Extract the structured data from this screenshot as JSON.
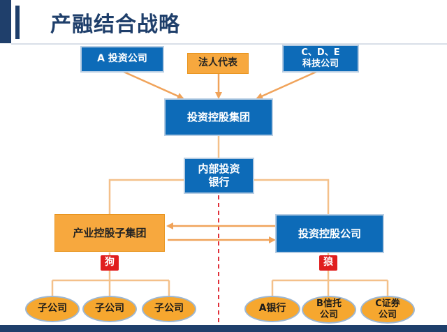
{
  "title": "产融结合战略",
  "nodes": {
    "a_invest": "A 投资公司",
    "legal_rep": "法人代表",
    "cde_tech": "C、D、E\n科技公司",
    "group": "投资控股集团",
    "bank": "内部投资\n银行",
    "industry_group": "产业控股子集团",
    "invest_company": "投资控股公司",
    "dog": "狗",
    "wolf": "狼",
    "subsidiaries": [
      "子公司",
      "子公司",
      "子公司"
    ],
    "finance": [
      "A银行",
      "B信托\n公司",
      "C证券\n公司"
    ]
  },
  "colors": {
    "blue": "#0d6bb8",
    "orange": "#f7a83e",
    "arrow": "#f0a35a",
    "line": "#f4c08a",
    "red": "#e01e1e",
    "title": "#1f3f6b"
  }
}
